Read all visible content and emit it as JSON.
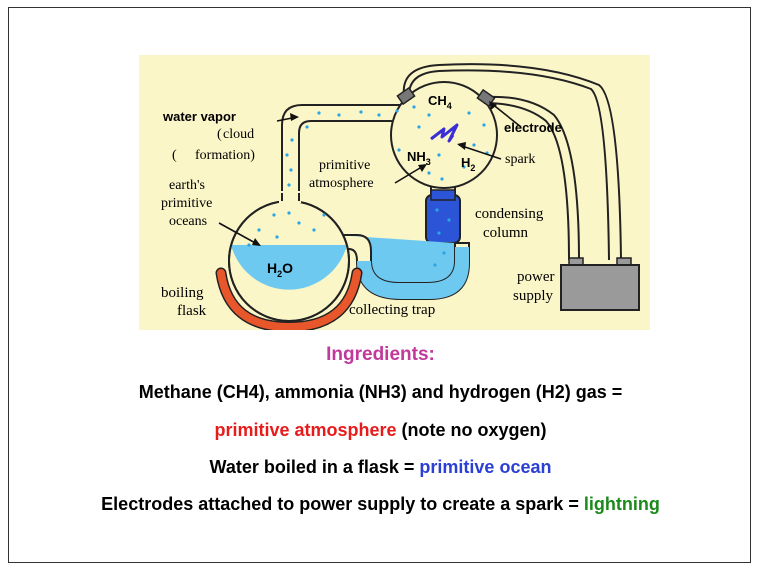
{
  "diagram": {
    "labels": {
      "water_vapor": "water vapor",
      "cloud_open": "(",
      "cloud": "cloud",
      "formation_open": "(",
      "formation": "formation)",
      "electrode": "electrode",
      "spark": "spark",
      "primitive_atmosphere_1": "primitive",
      "primitive_atmosphere_2": "atmosphere",
      "oceans_1": "earth's",
      "oceans_2": "primitive",
      "oceans_3": "oceans",
      "boiling_flask_1": "boiling",
      "boiling_flask_2": "flask",
      "collecting_trap": "collecting trap",
      "condensing_1": "condensing",
      "condensing_2": "column",
      "power_1": "power",
      "power_2": "supply"
    },
    "formulas": {
      "ch4_main": "CH",
      "ch4_sub": "4",
      "nh3_main": "NH",
      "nh3_sub": "3",
      "h2_main": "H",
      "h2_sub": "2",
      "h2o_main": "H",
      "h2o_sub": "2",
      "h2o_tail": "O"
    },
    "colors": {
      "background": "#fbf6c8",
      "water": "#6ec9f0",
      "droplets": "#2aa6e6",
      "condenser": "#2b55d6",
      "heater": "#e8572b",
      "spark": "#3a2fd6",
      "battery": "#9a9a9a"
    }
  },
  "captions": {
    "ingredients": "Ingredients:",
    "line1": "Methane (CH4), ammonia (NH3) and hydrogen (H2) gas =",
    "line2_red": "primitive atmosphere",
    "line2_rest": " (note no oxygen)",
    "line3_black": "Water boiled in a flask = ",
    "line3_blue": "primitive ocean",
    "line4_black": "Electrodes attached to power supply to create a spark = ",
    "line4_green": "lightning"
  },
  "caption_colors": {
    "ingredients": "#c0399b",
    "red": "#e81b1b",
    "blue": "#2b3fd6",
    "green": "#1a8a1a"
  }
}
